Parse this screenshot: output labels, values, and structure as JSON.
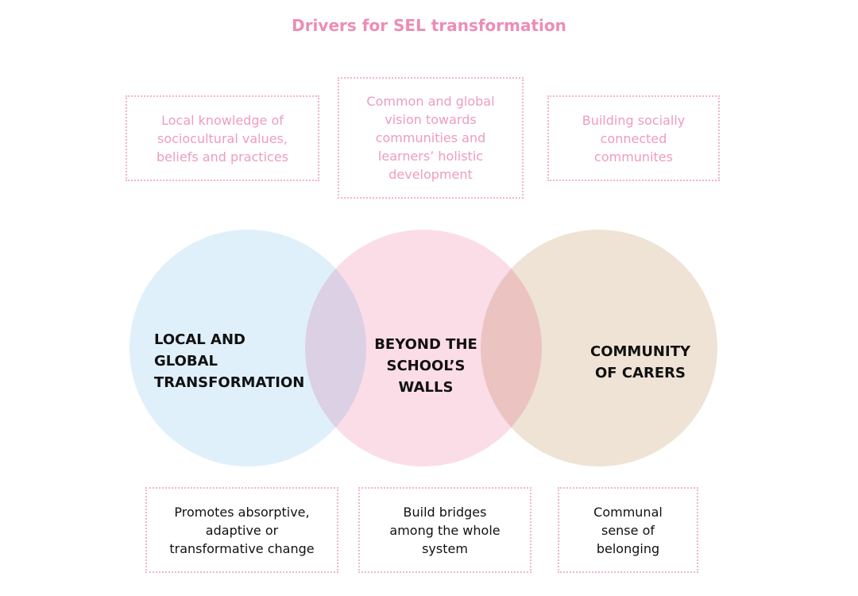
{
  "title": "Drivers for SEL transformation",
  "top_boxes": [
    "Local knowledge of\nsociocultural values,\nbeliefs and practices",
    "Common and global\nvision towards\ncommunities and\nlearners’ holistic\ndevelopment",
    "Building socially\nconnected\ncommunites"
  ],
  "circles": [
    {
      "label": "LOCAL AND\nGLOBAL\nTRANSFORMATION",
      "color": "#dff0fb"
    },
    {
      "label": "BEYOND THE\nSCHOOL’S\nWALLS",
      "color": "#fbdde8"
    },
    {
      "label": "COMMUNITY\nOF CARERS",
      "color": "#efe3d5"
    }
  ],
  "bottom_boxes": [
    "Promotes absorptive,\nadaptive or\ntransformative change",
    "Build bridges\namong the whole\nsystem",
    "Communal\nsense of\nbelonging"
  ]
}
